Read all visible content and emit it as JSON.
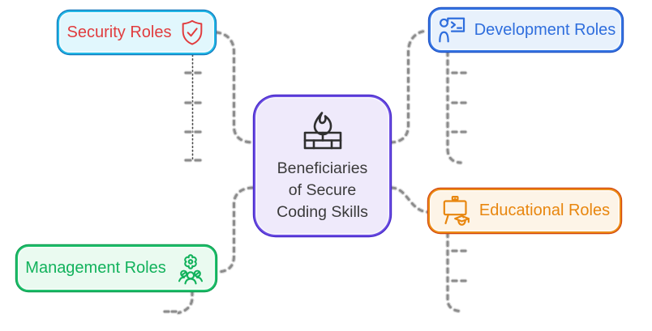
{
  "diagram": {
    "connector_color": "#8c8c8c",
    "background_color": "#ffffff",
    "center_node": {
      "id": "beneficiaries-of-secure-coding-skills",
      "label_lines": [
        "Beneficiaries",
        "of Secure",
        "Coding Skills"
      ],
      "icon": "firewall-icon",
      "colors": {
        "bg": "#efeafb",
        "border": "#6a4ce1",
        "outline": "#4527c9",
        "text": "#3a3a3a",
        "icon": "#2f2f2f"
      }
    },
    "nodes": [
      {
        "id": "security-roles",
        "label": "Security Roles",
        "icon": "shield-check-icon",
        "icon_side": "right",
        "colors": {
          "bg": "#e1f7fd",
          "border": "#22b8e6",
          "outline": "#1278bc",
          "text": "#e13c3e",
          "icon": "#e13c3e"
        }
      },
      {
        "id": "development-roles",
        "label": "Development Roles",
        "icon": "developer-screen-icon",
        "icon_side": "left",
        "colors": {
          "bg": "#e8f1fc",
          "border": "#3575e3",
          "outline": "#2153c6",
          "text": "#2f6edd",
          "icon": "#2f6edd"
        }
      },
      {
        "id": "educational-roles",
        "label": "Educational Roles",
        "icon": "teaching-easel-icon",
        "icon_side": "left",
        "colors": {
          "bg": "#fdf4e7",
          "border": "#ec8c17",
          "outline": "#d2470f",
          "text": "#e8860e",
          "icon": "#e8860e"
        }
      },
      {
        "id": "management-roles",
        "label": "Management Roles",
        "icon": "team-gear-icon",
        "icon_side": "right",
        "colors": {
          "bg": "#eafaf0",
          "border": "#1fc06c",
          "outline": "#0d9e50",
          "text": "#12b25c",
          "icon": "#12b25c"
        }
      }
    ]
  }
}
